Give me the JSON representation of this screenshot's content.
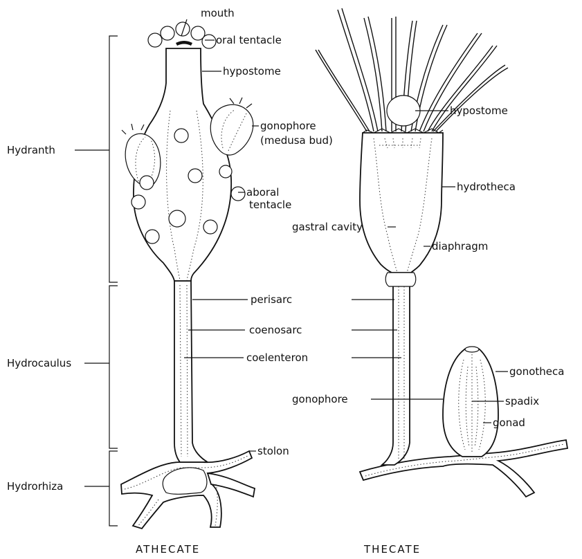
{
  "regions": {
    "hydranth": "Hydranth",
    "hydrocaulus": "Hydrocaulus",
    "hydrorhiza": "Hydrorhiza"
  },
  "athecate": {
    "caption": "ATHECATE",
    "mouth": "mouth",
    "oral_tentacle": "oral tentacle",
    "hypostome": "hypostome",
    "gonophore_line1": "gonophore",
    "gonophore_line2": "(medusa bud)",
    "aboral_line1": "aboral",
    "aboral_line2": "tentacle"
  },
  "shared": {
    "gastral_cavity": "gastral cavity",
    "perisarc": "perisarc",
    "coenosarc": "coenosarc",
    "coelenteron": "coelenteron",
    "gonophore": "gonophore",
    "stolon": "stolon"
  },
  "thecate": {
    "caption": "THECATE",
    "hypostome": "hypostome",
    "hydrotheca": "hydrotheca",
    "diaphragm": "diaphragm",
    "gonotheca": "gonotheca",
    "spadix": "spadix",
    "gonad": "gonad"
  }
}
